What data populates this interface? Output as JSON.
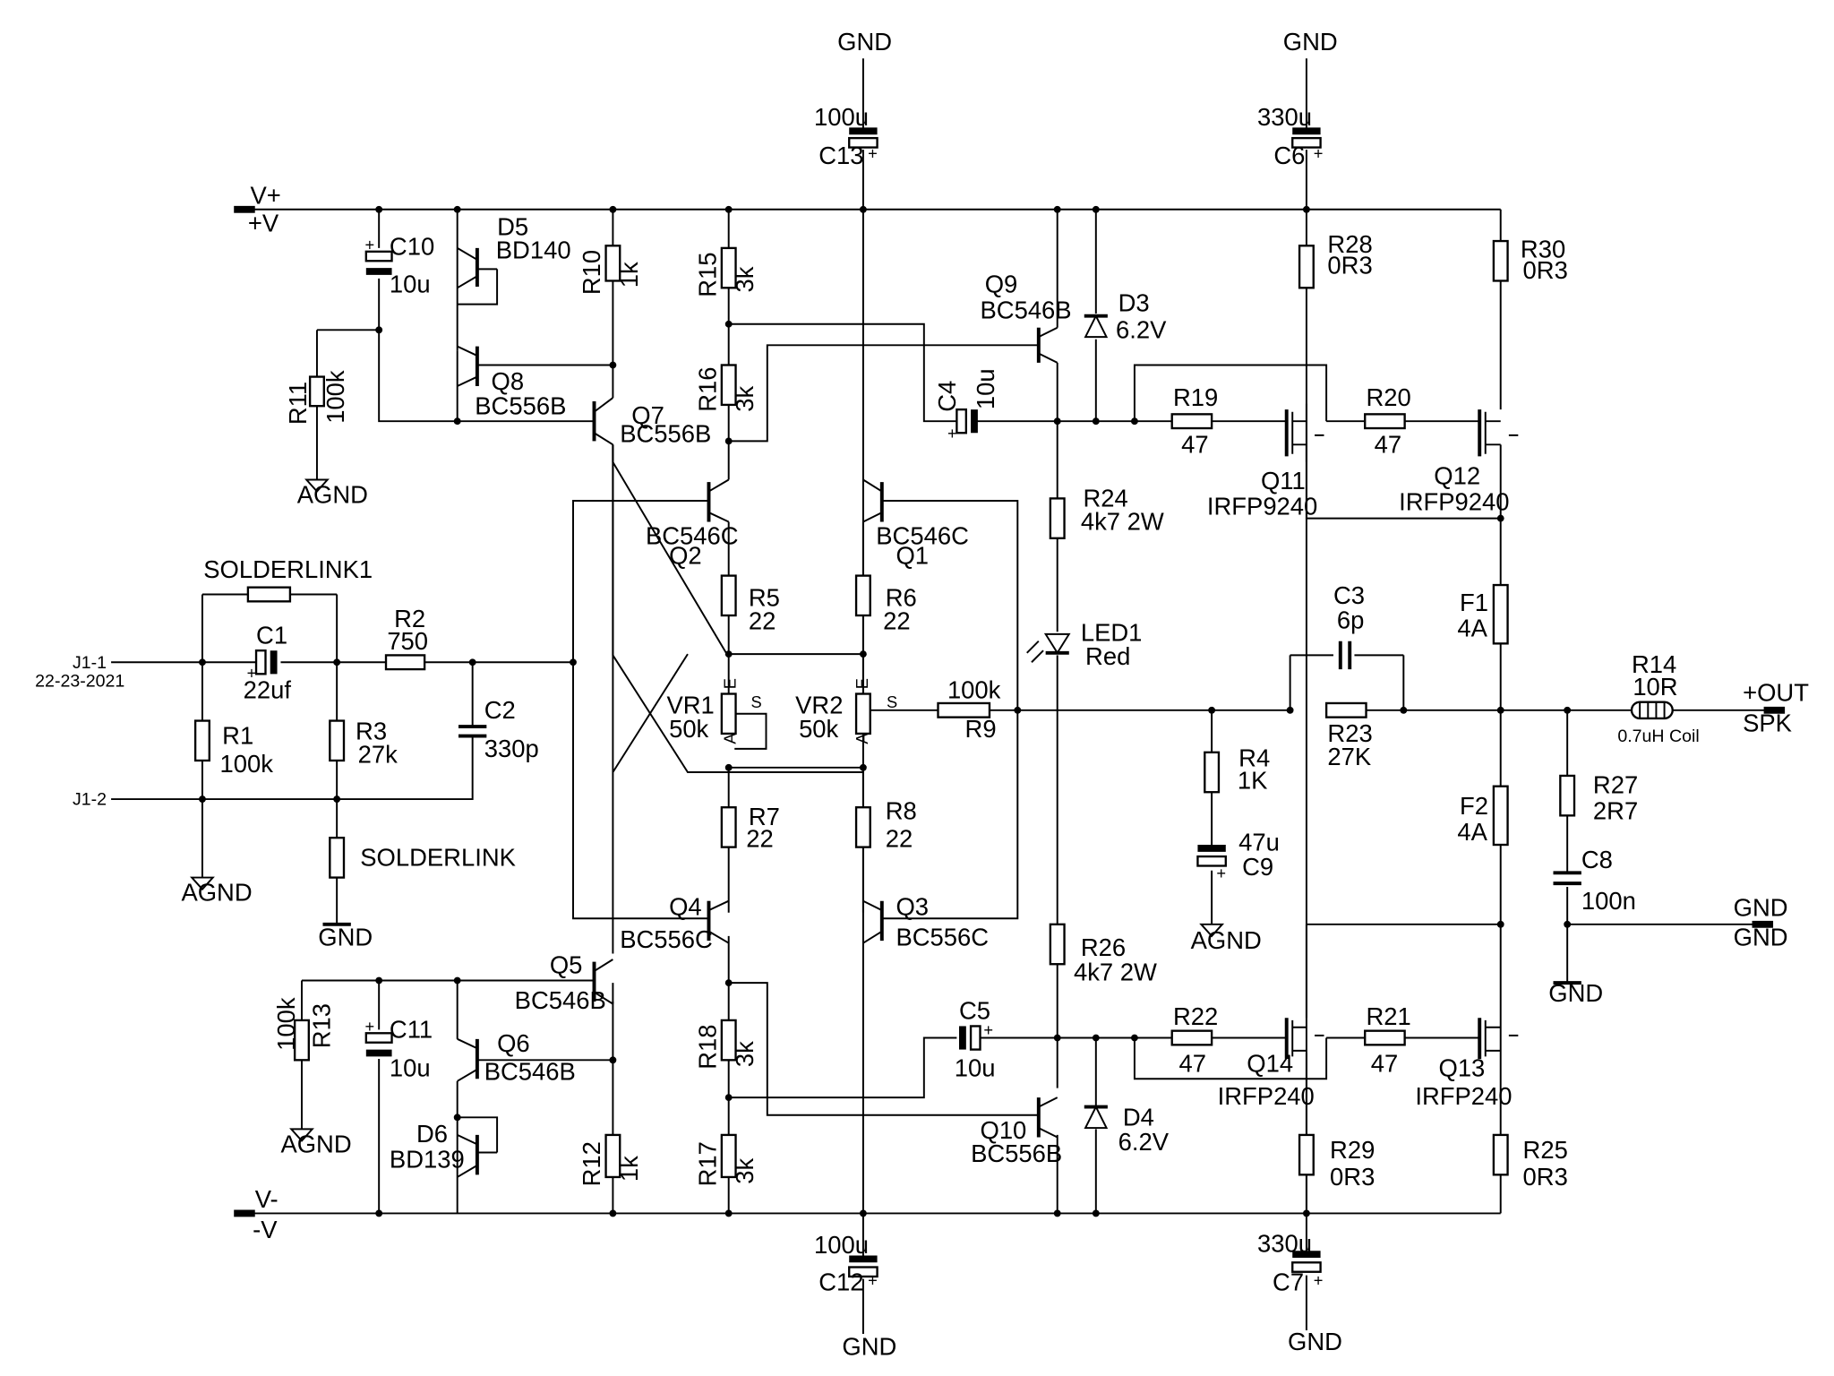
{
  "power": {
    "vplus_net": "V+",
    "vplus_label": "+V",
    "vminus_net": "V-",
    "vminus_label": "-V",
    "gnd": "GND",
    "agnd": "AGND"
  },
  "inputs": {
    "j1_1": "J1-1",
    "j1_part": "22-23-2021",
    "j1_2": "J1-2"
  },
  "output": {
    "out_net": "+OUT",
    "out_label": "SPK",
    "gnd_net": "GND",
    "gnd_label": "GND",
    "coil_note": "0.7uH Coil"
  },
  "components": {
    "C13": {
      "ref": "C13",
      "value": "100u"
    },
    "C6": {
      "ref": "C6",
      "value": "330u"
    },
    "C10": {
      "ref": "C10",
      "value": "10u"
    },
    "D5": {
      "ref": "D5",
      "value": "BD140"
    },
    "R10": {
      "ref": "R10",
      "value": "1k"
    },
    "R15": {
      "ref": "R15",
      "value": "3k"
    },
    "Q9": {
      "ref": "Q9",
      "value": "BC546B"
    },
    "D3": {
      "ref": "D3",
      "value": "6.2V"
    },
    "R28": {
      "ref": "R28",
      "value": "0R3"
    },
    "R30": {
      "ref": "R30",
      "value": "0R3"
    },
    "R11": {
      "ref": "R11",
      "value": "100k"
    },
    "Q8": {
      "ref": "Q8",
      "value": "BC556B"
    },
    "Q7": {
      "ref": "Q7",
      "value": "BC556B"
    },
    "R16": {
      "ref": "R16",
      "value": "3k"
    },
    "C4": {
      "ref": "C4",
      "value": "10u"
    },
    "R19": {
      "ref": "R19",
      "value": "47"
    },
    "R20": {
      "ref": "R20",
      "value": "47"
    },
    "Q11": {
      "ref": "Q11",
      "value": "IRFP9240"
    },
    "Q12": {
      "ref": "Q12",
      "value": "IRFP9240"
    },
    "Q2": {
      "ref": "Q2",
      "value": "BC546C"
    },
    "Q1": {
      "ref": "Q1",
      "value": "BC546C"
    },
    "R24": {
      "ref": "R24",
      "value": "4k7 2W"
    },
    "SOLDERLINK1": {
      "ref": "SOLDERLINK1"
    },
    "R5": {
      "ref": "R5",
      "value": "22"
    },
    "R6": {
      "ref": "R6",
      "value": "22"
    },
    "F1": {
      "ref": "F1",
      "value": "4A"
    },
    "C3": {
      "ref": "C3",
      "value": "6p"
    },
    "C1": {
      "ref": "C1",
      "value": "22uf"
    },
    "R2": {
      "ref": "R2",
      "value": "750"
    },
    "LED1": {
      "ref": "LED1",
      "value": "Red"
    },
    "R14": {
      "ref": "R14",
      "value": "10R"
    },
    "VR1": {
      "ref": "VR1",
      "value": "50k"
    },
    "VR2": {
      "ref": "VR2",
      "value": "50k"
    },
    "R9": {
      "ref": "R9",
      "value": "100k"
    },
    "R23": {
      "ref": "R23",
      "value": "27K"
    },
    "C2": {
      "ref": "C2",
      "value": "330p"
    },
    "R1": {
      "ref": "R1",
      "value": "100k"
    },
    "R3": {
      "ref": "R3",
      "value": "27k"
    },
    "R4": {
      "ref": "R4",
      "value": "1K"
    },
    "R27": {
      "ref": "R27",
      "value": "2R7"
    },
    "R7": {
      "ref": "R7",
      "value": "22"
    },
    "R8": {
      "ref": "R8",
      "value": "22"
    },
    "F2": {
      "ref": "F2",
      "value": "4A"
    },
    "C9": {
      "ref": "C9",
      "value": "47u"
    },
    "SOLDERLINK": {
      "ref": "SOLDERLINK"
    },
    "C8": {
      "ref": "C8",
      "value": "100n"
    },
    "Q4": {
      "ref": "Q4",
      "value": "BC556C"
    },
    "Q3": {
      "ref": "Q3",
      "value": "BC556C"
    },
    "R26": {
      "ref": "R26",
      "value": "4k7 2W"
    },
    "Q5": {
      "ref": "Q5",
      "value": "BC546B"
    },
    "C11": {
      "ref": "C11",
      "value": "10u"
    },
    "R13": {
      "ref": "R13",
      "value": "100k"
    },
    "Q6": {
      "ref": "Q6",
      "value": "BC546B"
    },
    "C5": {
      "ref": "C5",
      "value": "10u"
    },
    "R22": {
      "ref": "R22",
      "value": "47"
    },
    "R21": {
      "ref": "R21",
      "value": "47"
    },
    "Q14": {
      "ref": "Q14",
      "value": "IRFP240"
    },
    "Q13": {
      "ref": "Q13",
      "value": "IRFP240"
    },
    "R18": {
      "ref": "R18",
      "value": "3k"
    },
    "D6": {
      "ref": "D6",
      "value": "BD139"
    },
    "Q10": {
      "ref": "Q10",
      "value": "BC556B"
    },
    "D4": {
      "ref": "D4",
      "value": "6.2V"
    },
    "R29": {
      "ref": "R29",
      "value": "0R3"
    },
    "R25": {
      "ref": "R25",
      "value": "0R3"
    },
    "R12": {
      "ref": "R12",
      "value": "1k"
    },
    "R17": {
      "ref": "R17",
      "value": "3k"
    },
    "C12": {
      "ref": "C12",
      "value": "100u"
    },
    "C7": {
      "ref": "C7",
      "value": "330u"
    }
  },
  "pins": {
    "e": "E",
    "a": "A",
    "s": "S",
    "plus": "+"
  }
}
